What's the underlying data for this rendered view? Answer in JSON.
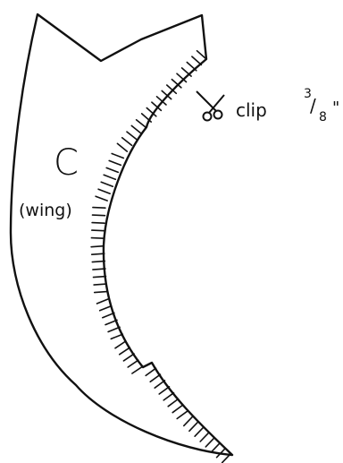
{
  "pattern_piece": {
    "letter": "C",
    "name": "(wing)",
    "outline_color": "#111111",
    "background_color": "#ffffff"
  },
  "instruction": {
    "icon": "scissors-icon",
    "text": "clip",
    "fraction_numerator": "3",
    "fraction_denominator": "8",
    "unit": "\""
  }
}
